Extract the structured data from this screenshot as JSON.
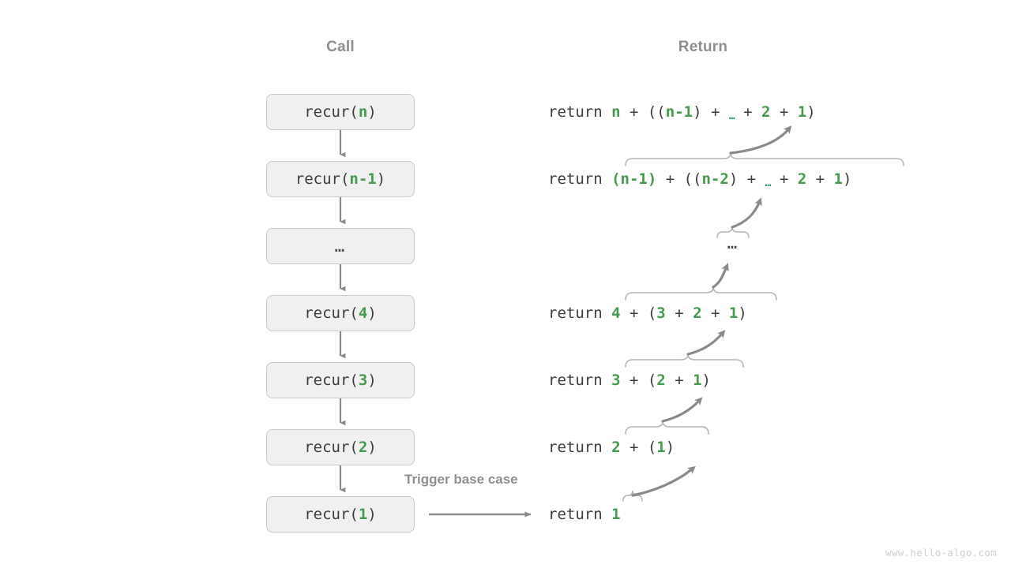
{
  "headers": {
    "call": "Call",
    "return": "Return"
  },
  "colors": {
    "accent_green": "#459a4f",
    "accent_teal": "#2a9080",
    "box_fill": "#f0f0f0",
    "box_border": "#c9c9c9",
    "text": "#3c3c3c",
    "muted": "#8f8f8f",
    "arrow": "#8a8a8a",
    "brace": "#b5b5b5",
    "background": "#ffffff"
  },
  "call_stack": [
    {
      "label": "recur(",
      "arg": "n",
      "close": ")",
      "is_dots": false,
      "text": "recur(n)"
    },
    {
      "label": "recur(",
      "arg": "n-1",
      "close": ")",
      "is_dots": false,
      "text": "recur(n-1)"
    },
    {
      "label": "",
      "arg": "…",
      "close": "",
      "is_dots": true,
      "text": "…"
    },
    {
      "label": "recur(",
      "arg": "4",
      "close": ")",
      "is_dots": false,
      "text": "recur(4)"
    },
    {
      "label": "recur(",
      "arg": "3",
      "close": ")",
      "is_dots": false,
      "text": "recur(3)"
    },
    {
      "label": "recur(",
      "arg": "2",
      "close": ")",
      "is_dots": false,
      "text": "recur(2)"
    },
    {
      "label": "recur(",
      "arg": "1",
      "close": ")",
      "is_dots": false,
      "text": "recur(1)"
    }
  ],
  "returns": [
    {
      "keyword": "return ",
      "expression": "n + ((n-1) + … + 2 + 1)",
      "is_dots": false
    },
    {
      "keyword": "return ",
      "expression": "(n-1) + ((n-2) + … + 2 + 1)",
      "is_dots": false
    },
    {
      "keyword": "",
      "expression": "…",
      "is_dots": true
    },
    {
      "keyword": "return ",
      "expression": "4 + (3 + 2 + 1)",
      "is_dots": false
    },
    {
      "keyword": "return ",
      "expression": "3 + (2 + 1)",
      "is_dots": false
    },
    {
      "keyword": "return ",
      "expression": "2 + (1)",
      "is_dots": false
    },
    {
      "keyword": "return ",
      "expression": "1",
      "is_dots": false
    }
  ],
  "annotations": {
    "trigger_base_case": "Trigger base case"
  },
  "watermark": "www.hello-algo.com"
}
